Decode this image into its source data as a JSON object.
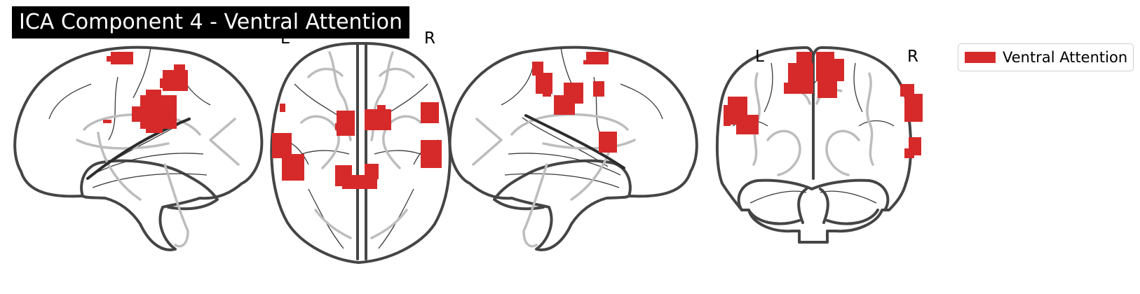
{
  "figure": {
    "title": "ICA Component 4 - Ventral Attention",
    "views": [
      {
        "name": "sagittal-left",
        "orientation_labels": []
      },
      {
        "name": "axial",
        "orientation_labels": [
          "L",
          "R"
        ]
      },
      {
        "name": "sagittal-right",
        "orientation_labels": []
      },
      {
        "name": "coronal",
        "orientation_labels": [
          "L",
          "R"
        ]
      }
    ],
    "legend": {
      "items": [
        {
          "label": "Ventral Attention",
          "color": "#d62a2a"
        }
      ],
      "placement": "top-right"
    },
    "colors": {
      "overlay": "#d62a2a",
      "outline": "#454545",
      "deep_structures": "#bdbdbd",
      "title_bg": "#000000"
    }
  }
}
